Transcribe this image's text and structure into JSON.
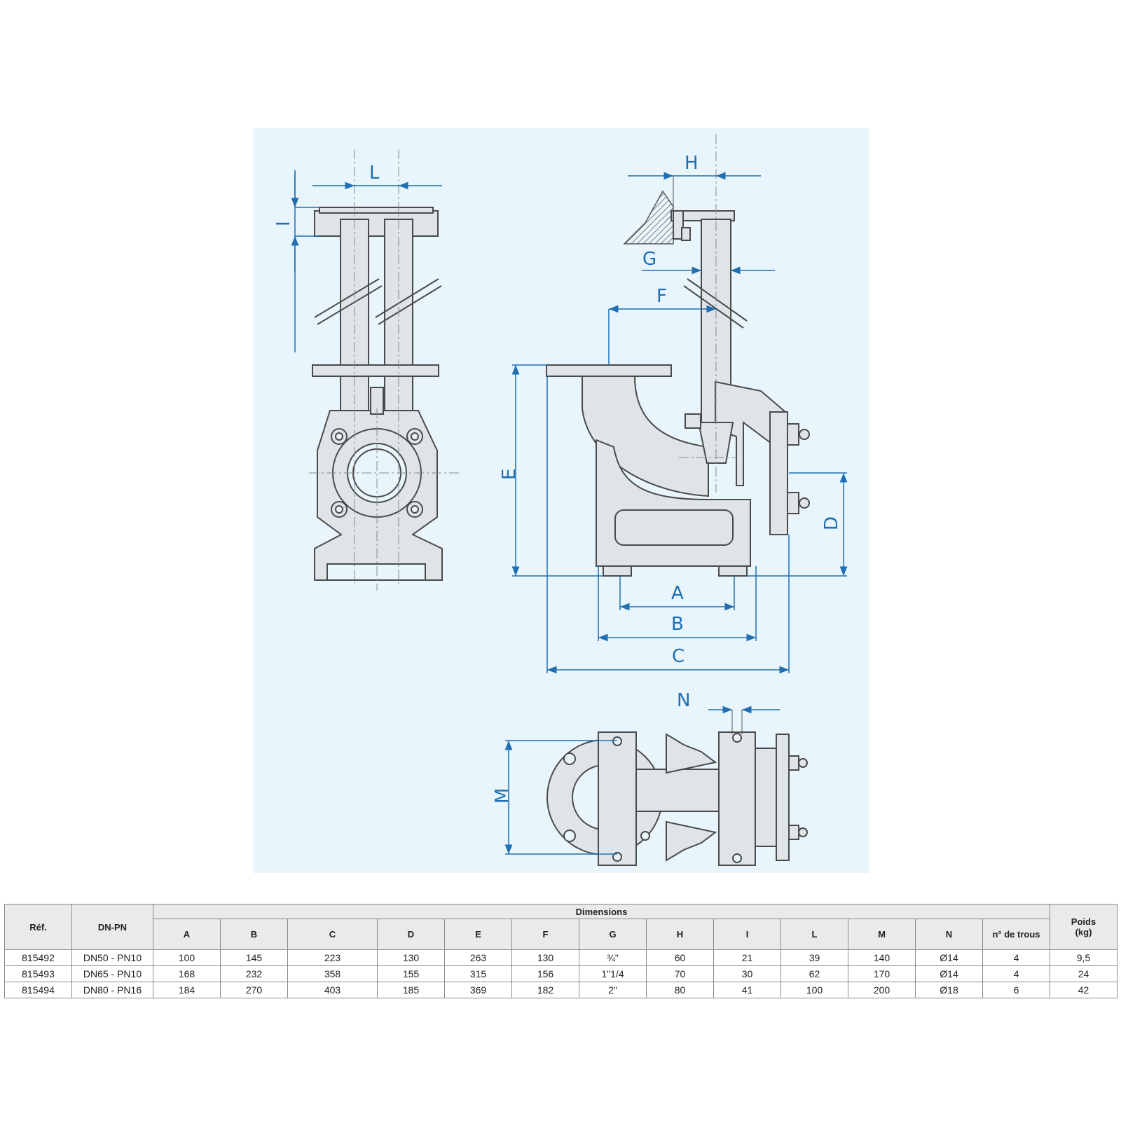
{
  "drawing": {
    "labels": {
      "A": "A",
      "B": "B",
      "C": "C",
      "D": "D",
      "E": "E",
      "F": "F",
      "G": "G",
      "H": "H",
      "I": "I",
      "L": "L",
      "M": "M",
      "N": "N"
    },
    "colors": {
      "background": "#e8f5fc",
      "dimension": "#1f6fb2",
      "part_stroke": "#4a4a4a",
      "part_fill": "#dfe4e8"
    }
  },
  "table": {
    "header": {
      "ref": "Réf.",
      "dnpn": "DN-PN",
      "dimensions": "Dimensions",
      "columns": [
        "A",
        "B",
        "C",
        "D",
        "E",
        "F",
        "G",
        "H",
        "I",
        "L",
        "M",
        "N",
        "n° de trous"
      ],
      "poids_line1": "Poids",
      "poids_line2": "(kg)"
    },
    "rows": [
      [
        "815492",
        "DN50 - PN10",
        "100",
        "145",
        "223",
        "130",
        "263",
        "130",
        "¾\"",
        "60",
        "21",
        "39",
        "140",
        "Ø14",
        "4",
        "9,5"
      ],
      [
        "815493",
        "DN65 - PN10",
        "168",
        "232",
        "358",
        "155",
        "315",
        "156",
        "1\"1/4",
        "70",
        "30",
        "62",
        "170",
        "Ø14",
        "4",
        "24"
      ],
      [
        "815494",
        "DN80 - PN16",
        "184",
        "270",
        "403",
        "185",
        "369",
        "182",
        "2\"",
        "80",
        "41",
        "100",
        "200",
        "Ø18",
        "6",
        "42"
      ]
    ]
  }
}
